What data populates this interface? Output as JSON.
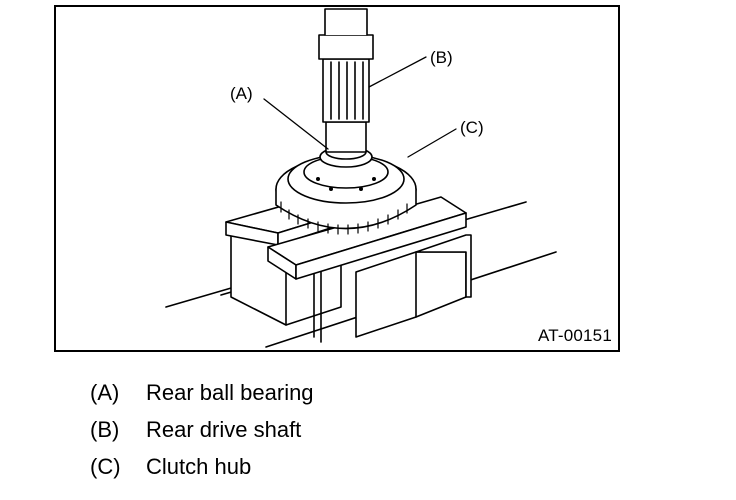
{
  "figure": {
    "code": "AT-00151",
    "callouts": {
      "a": "(A)",
      "b": "(B)",
      "c": "(C)"
    }
  },
  "legend": [
    {
      "key": "(A)",
      "text": "Rear ball bearing"
    },
    {
      "key": "(B)",
      "text": "Rear drive shaft"
    },
    {
      "key": "(C)",
      "text": "Clutch hub"
    }
  ]
}
